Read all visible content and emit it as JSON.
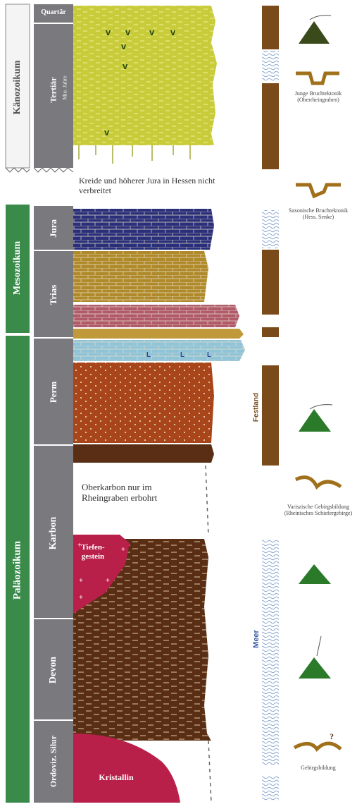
{
  "eras": {
    "kaenozoikum": "Känozoikum",
    "mesozoikum": "Mesozoikum",
    "palaeozoikum": "Paläozoikum"
  },
  "periods": {
    "quartaer": "Quartär",
    "tertiaer": "Tertiär",
    "mio_jahre": "Mio. Jahre",
    "jura": "Jura",
    "trias": "Trias",
    "perm": "Perm",
    "karbon": "Karbon",
    "devon": "Devon",
    "ordoviz_silur": "Ordoviz. Silur"
  },
  "annotations": {
    "kreide": "Kreide und höherer Jura in Hessen nicht verbreitet",
    "oberkarbon": "Oberkarbon nur im Rheingraben erbohrt",
    "tiefengestein": "Tiefen-gestein",
    "kristallin": "Kristallin"
  },
  "environment": {
    "festland": "Festland",
    "meer": "Meer"
  },
  "events": {
    "junge_bruch": "Junge Bruchtektonik (Oberrheingraben)",
    "saxonische": "Saxonische Bruchtektonik (Hess. Senke)",
    "variszische": "Variszische Gebirgsbildung (Rheinisches Schiefergebirge)",
    "gebirgsbildung": "Gebirgsbildung"
  },
  "colors": {
    "tertiary": "#c9cc3a",
    "jura": "#2a2f7a",
    "trias": "#b08a2a",
    "trias_red": "#b05a6a",
    "zechstein": "#8fc3d8",
    "perm": "#a8451a",
    "karbon_devon": "#5a2e14",
    "crystalline": "#b8204a",
    "era_green": "#3a8a4a",
    "period_gray": "#7a7a7e",
    "land": "#7a4a1a",
    "sea": "#8aa6d0"
  }
}
